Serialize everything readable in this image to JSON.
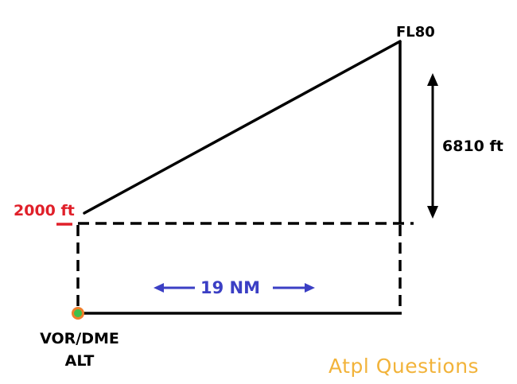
{
  "labels": {
    "top_level": "FL80",
    "start_altitude": "2000 ft",
    "height_difference": "6810 ft",
    "distance": "19 NM",
    "station_line1": "VOR/DME",
    "station_line2": "ALT"
  },
  "brand": {
    "text": "Atpl Questions"
  },
  "colors": {
    "line": "#000000",
    "altitude_label": "#e0202a",
    "distance_arrow": "#3b3fc4",
    "station_dot_fill": "#3fbf4a",
    "station_dot_ring": "#f07e2a",
    "brand": "#f2b33a"
  }
}
